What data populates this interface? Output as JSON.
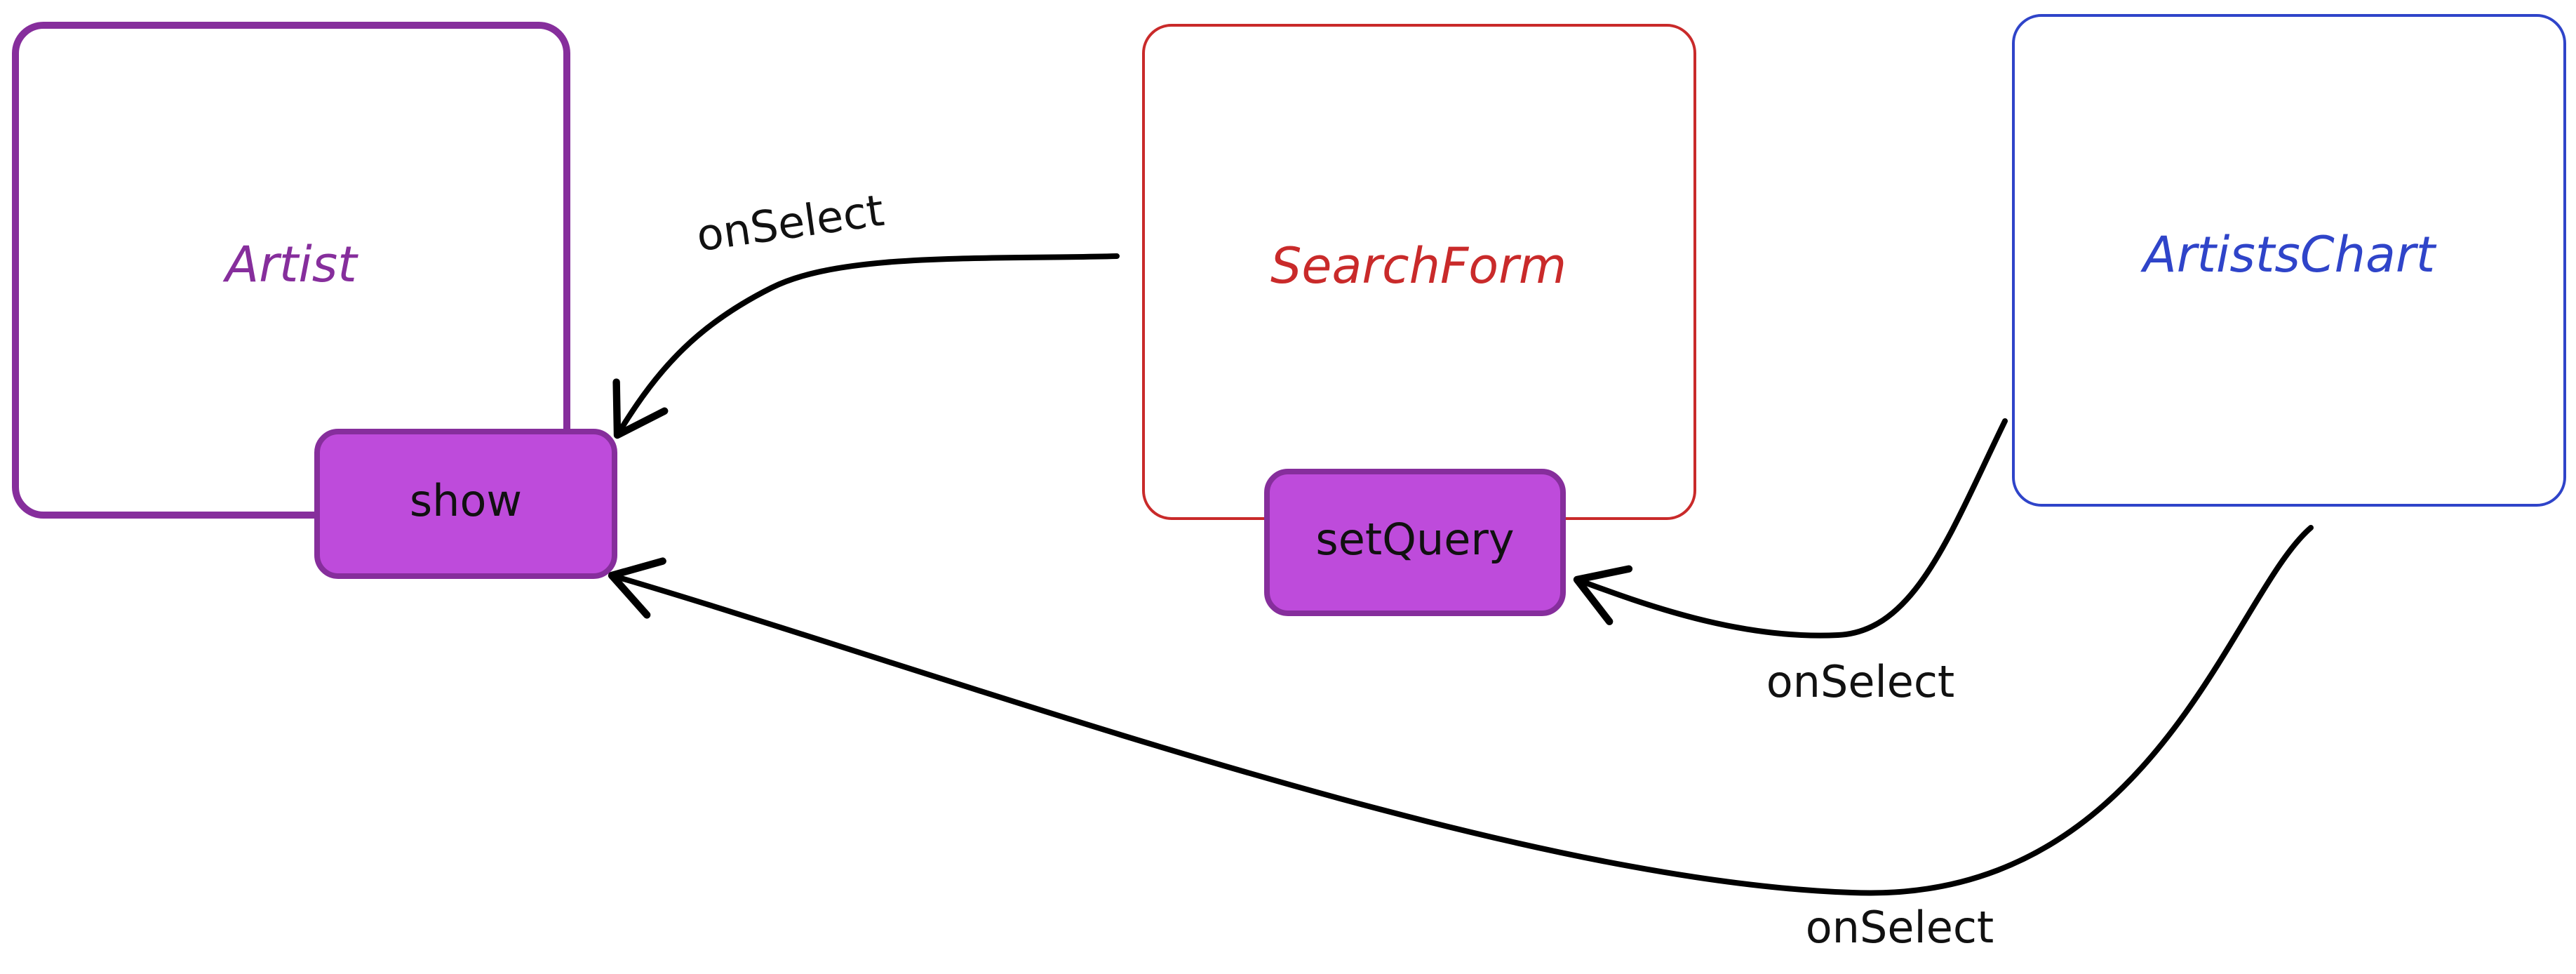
{
  "nodes": {
    "artist": {
      "label": "Artist",
      "color": "#862e9c"
    },
    "search_form": {
      "label": "SearchForm",
      "color": "#c92a2a"
    },
    "artists_chart": {
      "label": "ArtistsChart",
      "color": "#2f44c9"
    }
  },
  "methods": {
    "show": {
      "label": "show",
      "fill": "#be4bdb",
      "stroke": "#862e9c"
    },
    "set_query": {
      "label": "setQuery",
      "fill": "#be4bdb",
      "stroke": "#862e9c"
    }
  },
  "edges": [
    {
      "label": "onSelect",
      "from": "SearchForm",
      "to": "show"
    },
    {
      "label": "onSelect",
      "from": "ArtistsChart",
      "to": "setQuery"
    },
    {
      "label": "onSelect",
      "from": "ArtistsChart",
      "to": "show"
    }
  ]
}
